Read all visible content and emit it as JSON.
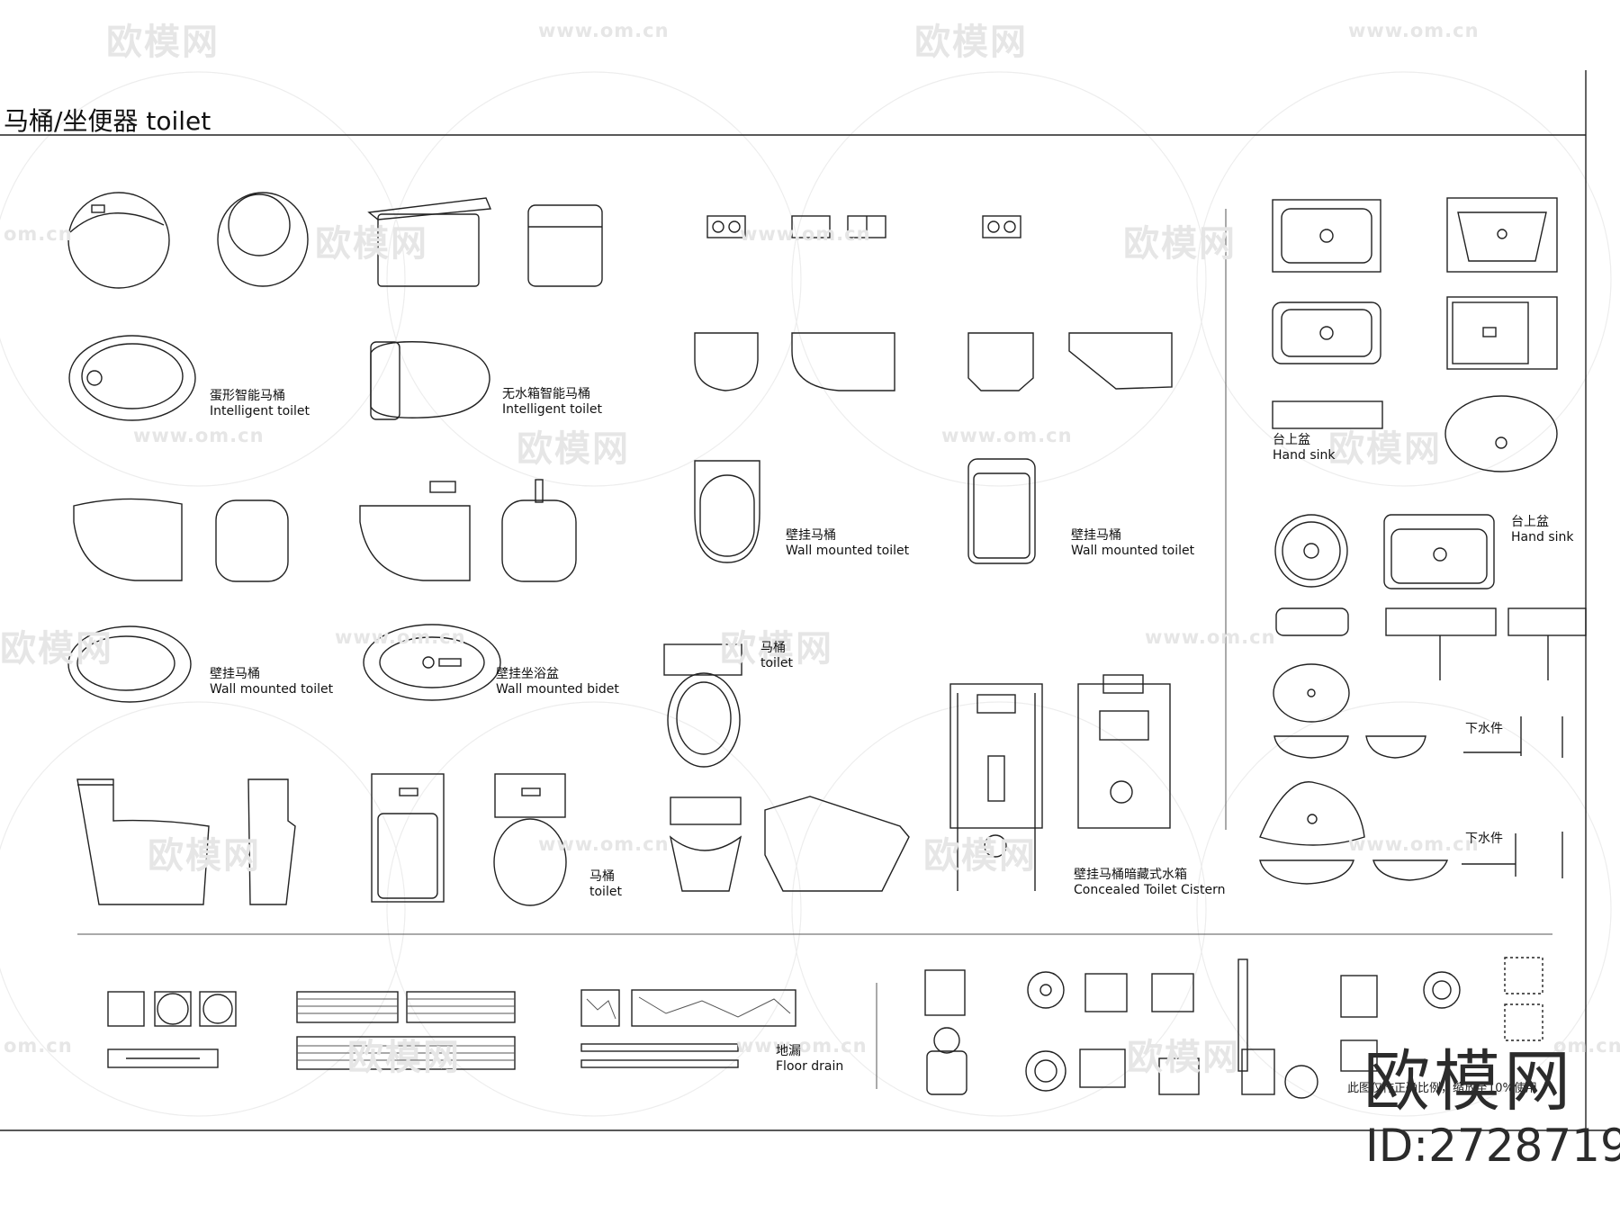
{
  "sheet": {
    "title": "马桶/坐便器 toilet"
  },
  "watermarks": {
    "brand_text": "欧模网",
    "url_text": "www.om.cn",
    "url_fragment": "om.cn"
  },
  "labels": {
    "egg_toilet": {
      "cn": "蛋形智能马桶",
      "en": "Intelligent toilet"
    },
    "tankless_toilet": {
      "cn": "无水箱智能马桶",
      "en": "Intelligent toilet"
    },
    "wall_toilet_left": {
      "cn": "壁挂马桶",
      "en": "Wall mounted toilet"
    },
    "wall_bidet": {
      "cn": "壁挂坐浴盆",
      "en": "Wall mounted bidet"
    },
    "toilet_bottom": {
      "cn": "马桶",
      "en": "toilet"
    },
    "wall_toilet_mid1": {
      "cn": "壁挂马桶",
      "en": "Wall mounted toilet"
    },
    "wall_toilet_mid2": {
      "cn": "壁挂马桶",
      "en": "Wall mounted toilet"
    },
    "toilet_mid": {
      "cn": "马桶",
      "en": "toilet"
    },
    "cistern": {
      "cn": "壁挂马桶暗藏式水箱",
      "en": "Concealed Toilet Cistern"
    },
    "hand_sink_1": {
      "cn": "台上盆",
      "en": "Hand sink"
    },
    "hand_sink_2": {
      "cn": "台上盆",
      "en": "Hand sink"
    },
    "drain_fitting_1": {
      "cn": "下水件"
    },
    "drain_fitting_2": {
      "cn": "下水件"
    },
    "floor_drain": {
      "cn": "地漏",
      "en": "Floor drain"
    }
  },
  "footer": {
    "scale_note": "此图仅作正确比例，缩放至10%使用",
    "brand_logo": "欧模网",
    "image_id": "ID:2728719"
  },
  "colors": {
    "line": "#222222",
    "watermark": "#e6e6e6",
    "background": "#ffffff"
  }
}
